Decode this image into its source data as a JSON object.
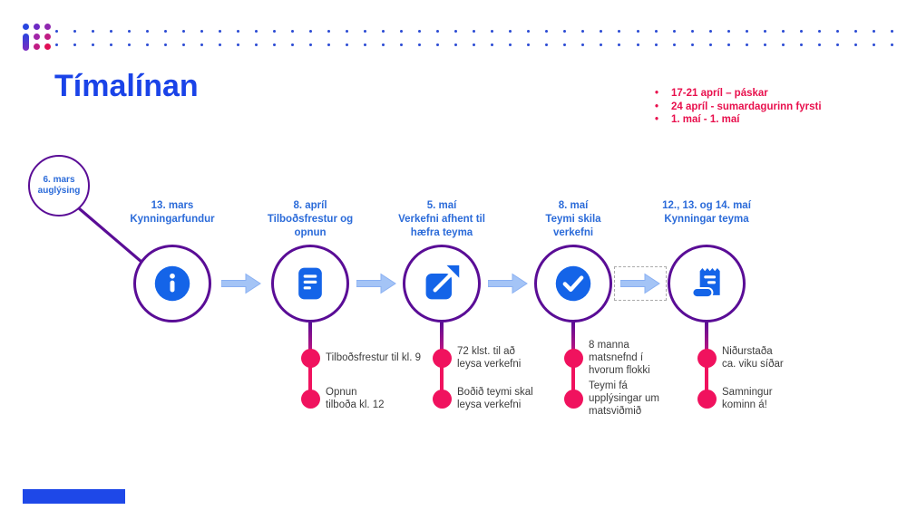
{
  "slide": {
    "title": "Tímalínan"
  },
  "holidays": {
    "items": [
      "17-21 apríl – páskar",
      "24 apríl - sumardagurinn fyrsti",
      "1. maí - 1. maí"
    ]
  },
  "start": {
    "lines": [
      "6. mars",
      "auglýsing"
    ]
  },
  "timeline": {
    "nodes": [
      {
        "label_lines": [
          "13. mars",
          "Kynningarfundur"
        ],
        "icon": "info-icon",
        "bullets": []
      },
      {
        "label_lines": [
          "8. apríl",
          "Tilboðsfrestur og",
          "opnun"
        ],
        "icon": "document-icon",
        "bullets": [
          {
            "lines": [
              "Tilboðsfrestur til kl. 9"
            ]
          },
          {
            "lines": [
              "Opnun",
              "tilboða kl. 12"
            ]
          }
        ]
      },
      {
        "label_lines": [
          "5. maí",
          "Verkefni afhent til",
          "hæfra teyma"
        ],
        "icon": "launch-icon",
        "bullets": [
          {
            "lines": [
              "72 klst. til að",
              "leysa verkefni"
            ]
          },
          {
            "lines": [
              "Boðið teymi skal",
              "leysa verkefni"
            ]
          }
        ]
      },
      {
        "label_lines": [
          "8. maí",
          "Teymi skila",
          "verkefni"
        ],
        "icon": "check-circle-icon",
        "bullets": [
          {
            "lines": [
              "8 manna",
              "matsnefnd í",
              "hvorum flokki"
            ]
          },
          {
            "lines": [
              "Teymi fá",
              "upplýsingar um",
              "matsviðmið"
            ]
          }
        ]
      },
      {
        "label_lines": [
          "12., 13. og 14. maí",
          "Kynningar teyma"
        ],
        "icon": "receipt-icon",
        "bullets": [
          {
            "lines": [
              "Niðurstaða",
              "ca. viku síðar"
            ]
          },
          {
            "lines": [
              "Samningur",
              "kominn á!"
            ]
          }
        ]
      }
    ]
  },
  "colors": {
    "title_blue": "#1a43e8",
    "label_blue": "#2b6bd9",
    "icon_blue": "#1464e8",
    "arrow_blue": "#a4c4f6",
    "arrow_outline": "#8ab0f2",
    "purple": "#5a0d96",
    "pink": "#f0125e",
    "red": "#e8104d",
    "text_dark": "#3c3c3c"
  }
}
